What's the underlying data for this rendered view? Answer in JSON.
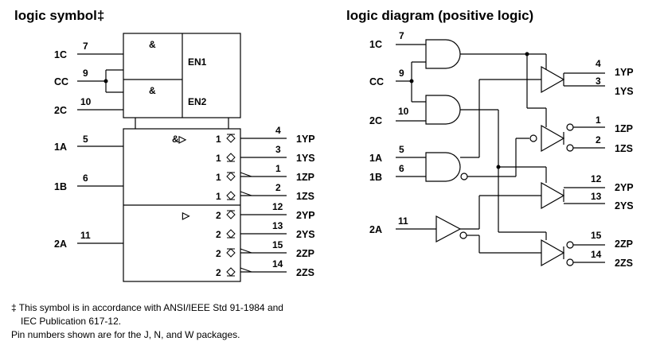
{
  "left_title": "logic symbol‡",
  "right_title": "logic diagram (positive logic)",
  "footnote": {
    "line1": "‡ This symbol is in accordance with ANSI/IEEE Std 91-1984 and",
    "line2": "IEC Publication 617-12.",
    "line3": "Pin numbers shown are for the J, N, and W packages."
  },
  "symbol": {
    "inputs": [
      {
        "name": "1C",
        "pin": "7"
      },
      {
        "name": "CC",
        "pin": "9"
      },
      {
        "name": "2C",
        "pin": "10"
      },
      {
        "name": "1A",
        "pin": "5"
      },
      {
        "name": "1B",
        "pin": "6"
      },
      {
        "name": "2A",
        "pin": "11"
      }
    ],
    "control_labels": {
      "amp1": "&",
      "en1": "EN1",
      "amp2": "&",
      "en2": "EN2"
    },
    "section_labels": {
      "and_buffer": "&▷",
      "buffer": "▷"
    },
    "outputs": [
      {
        "name": "1YP",
        "pin": "4",
        "dep": "1"
      },
      {
        "name": "1YS",
        "pin": "3",
        "dep": "1"
      },
      {
        "name": "1ZP",
        "pin": "1",
        "dep": "1"
      },
      {
        "name": "1ZS",
        "pin": "2",
        "dep": "1"
      },
      {
        "name": "2YP",
        "pin": "12",
        "dep": "2"
      },
      {
        "name": "2YS",
        "pin": "13",
        "dep": "2"
      },
      {
        "name": "2ZP",
        "pin": "15",
        "dep": "2"
      },
      {
        "name": "2ZS",
        "pin": "14",
        "dep": "2"
      }
    ]
  },
  "diagram": {
    "inputs": [
      {
        "name": "1C",
        "pin": "7"
      },
      {
        "name": "CC",
        "pin": "9"
      },
      {
        "name": "2C",
        "pin": "10"
      },
      {
        "name": "1A",
        "pin": "5"
      },
      {
        "name": "1B",
        "pin": "6"
      },
      {
        "name": "2A",
        "pin": "11"
      }
    ],
    "outputs": [
      {
        "name": "1YP",
        "pin": "4"
      },
      {
        "name": "1YS",
        "pin": "3"
      },
      {
        "name": "1ZP",
        "pin": "1"
      },
      {
        "name": "1ZS",
        "pin": "2"
      },
      {
        "name": "2YP",
        "pin": "12"
      },
      {
        "name": "2YS",
        "pin": "13"
      },
      {
        "name": "2ZP",
        "pin": "15"
      },
      {
        "name": "2ZS",
        "pin": "14"
      }
    ]
  }
}
